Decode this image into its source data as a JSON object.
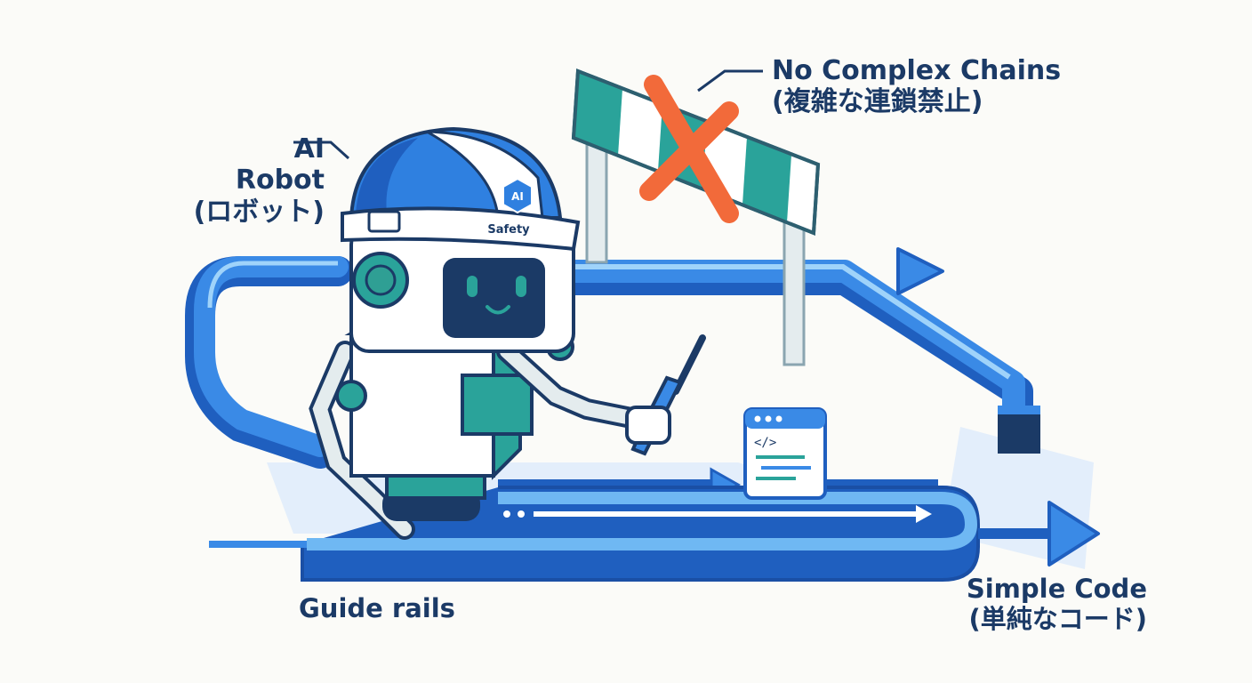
{
  "labels": {
    "robot": [
      "AI",
      "Robot",
      "(ロボット)"
    ],
    "no_complex_chains": [
      "No Complex Chains",
      "(複雑な連鎖禁止)"
    ],
    "guide_rails": "Guide rails",
    "simple_code": [
      "Simple Code",
      "(単純なコード)"
    ]
  },
  "helmet_badge": {
    "top": "AI",
    "bottom": "Safety"
  },
  "code_window": {
    "tag": "</>"
  },
  "icons": [
    "robot-illustration",
    "barrier-illustration",
    "cross-mark-icon",
    "code-window-icon",
    "arrow-head-icon"
  ],
  "colors": {
    "rail_blue": "#2f80e0",
    "rail_light": "#7cc3f5",
    "navy": "#1b3a66",
    "teal": "#2aa39a",
    "cross": "#f26a3a",
    "barrier_light": "#e4ecee"
  }
}
